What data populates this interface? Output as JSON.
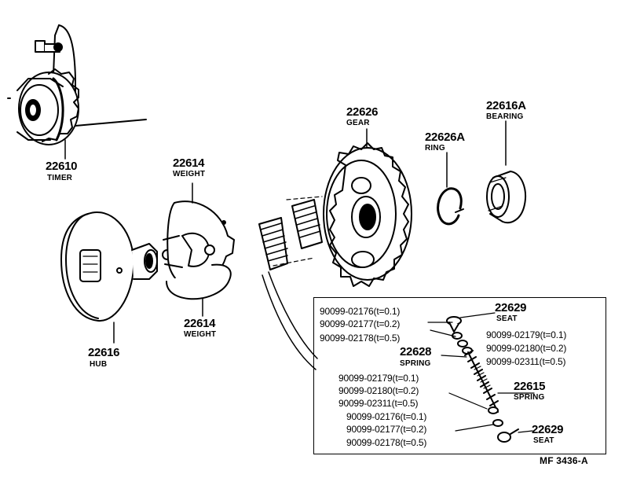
{
  "timer": {
    "number": "22610",
    "name": "TIMER"
  },
  "weight_top": {
    "number": "22614",
    "name": "WEIGHT"
  },
  "weight_bottom": {
    "number": "22614",
    "name": "WEIGHT"
  },
  "hub": {
    "number": "22616",
    "name": "HUB"
  },
  "gear": {
    "number": "22626",
    "name": "GEAR"
  },
  "ring": {
    "number": "22626A",
    "name": "RING"
  },
  "bearing": {
    "number": "22616A",
    "name": "BEARING"
  },
  "inset": {
    "seat_top": {
      "number": "22629",
      "name": "SEAT"
    },
    "seat_bottom": {
      "number": "22629",
      "name": "SEAT"
    },
    "spring_inner": {
      "number": "22628",
      "name": "SPRING"
    },
    "spring_outer": {
      "number": "22615",
      "name": "SPRING"
    },
    "shims_left_top": [
      "90099-02176(t=0.1)",
      "90099-02177(t=0.2)",
      "90099-02178(t=0.5)"
    ],
    "shims_right": [
      "90099-02179(t=0.1)",
      "90099-02180(t=0.2)",
      "90099-02311(t=0.5)"
    ],
    "shims_left_mid": [
      "90099-02179(t=0.1)",
      "90099-02180(t=0.2)",
      "90099-02311(t=0.5)"
    ],
    "shims_left_bottom": [
      "90099-02176(t=0.1)",
      "90099-02177(t=0.2)",
      "90099-02178(t=0.5)"
    ]
  },
  "figure_code": "MF 3436-A"
}
